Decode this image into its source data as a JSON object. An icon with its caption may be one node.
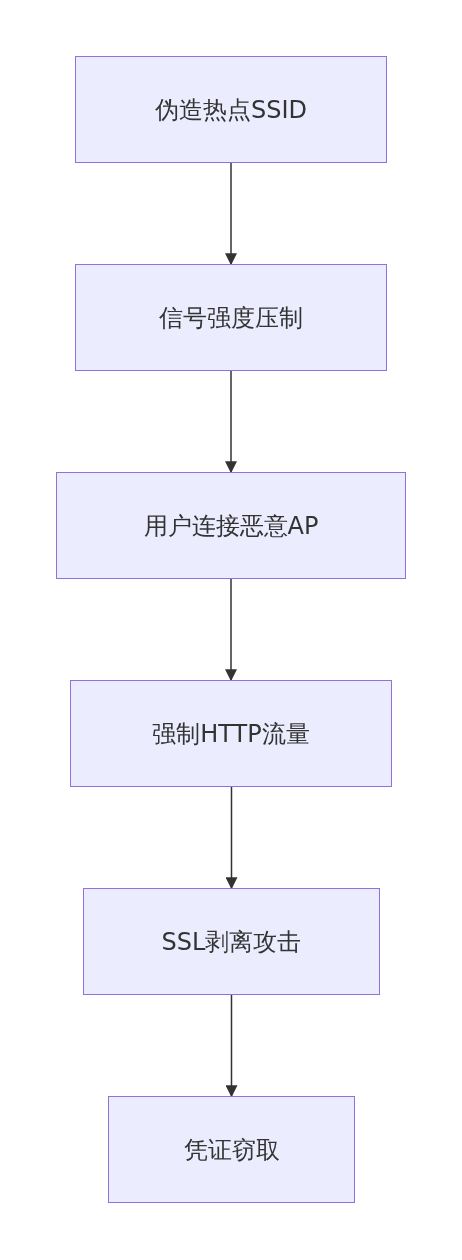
{
  "diagram": {
    "nodes": [
      {
        "text": [
          "伪造热点SSID"
        ]
      },
      {
        "text": [
          "信号强度压制"
        ]
      },
      {
        "text": [
          "用户连接恶意AP"
        ]
      },
      {
        "text": [
          "强制HTTP流量"
        ]
      },
      {
        "text": [
          "SSL剥离攻击"
        ]
      },
      {
        "text": [
          "凭证窃取"
        ]
      }
    ],
    "edges": [
      {
        "from": 0,
        "to": 1,
        "arrow": "to"
      },
      {
        "from": 1,
        "to": 2,
        "arrow": "to"
      },
      {
        "from": 2,
        "to": 3,
        "arrow": "to"
      },
      {
        "from": 3,
        "to": 4,
        "arrow": "to"
      },
      {
        "from": 4,
        "to": 5,
        "arrow": "to"
      }
    ]
  }
}
